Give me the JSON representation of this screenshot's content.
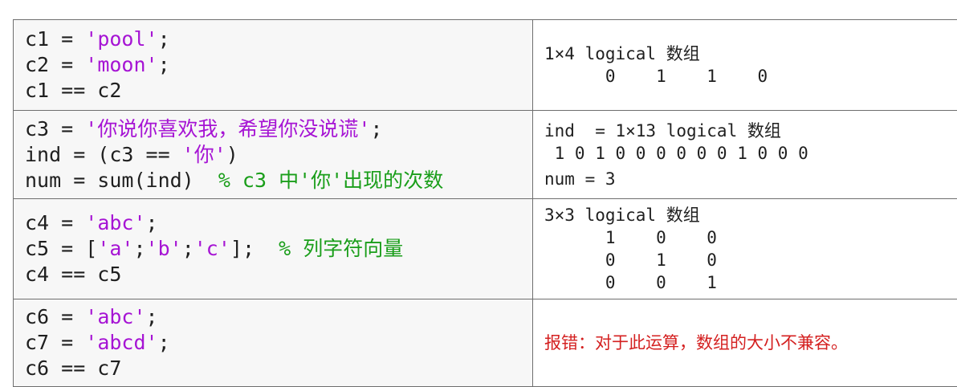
{
  "rows": [
    {
      "code": [
        {
          "pre": "c1 = ",
          "str": "'pool'",
          "post": ";"
        },
        {
          "pre": "c2 = ",
          "str": "'moon'",
          "post": ";"
        },
        {
          "pre": "c1 == c2"
        }
      ],
      "output": [
        "1×4 logical 数组",
        "      0    1    1    0"
      ]
    },
    {
      "code": [
        {
          "pre": "c3 = ",
          "str": "'你说你喜欢我，希望你没说谎'",
          "post": ";"
        },
        {
          "pre": "ind = (c3 == ",
          "str": "'你'",
          "post": ")"
        },
        {
          "pre": "num = sum(ind)  ",
          "comment": "% c3 中'你'出现的次数"
        }
      ],
      "output": [
        "ind  = 1×13 logical 数组",
        " 1 0 1 0 0 0 0 0 0 1 0 0 0",
        "num = 3"
      ]
    },
    {
      "code": [
        {
          "pre": "c4 = ",
          "str": "'abc'",
          "post": ";"
        },
        {
          "pre": "c5 = [",
          "str": "'a'",
          "mid1": ";",
          "str2": "'b'",
          "mid2": ";",
          "str3": "'c'",
          "post": "];  ",
          "comment": "% 列字符向量"
        },
        {
          "pre": "c4 == c5"
        }
      ],
      "output": [
        "3×3 logical 数组",
        "      1    0    0",
        "      0    1    0",
        "      0    0    1"
      ]
    },
    {
      "code": [
        {
          "pre": "c6 = ",
          "str": "'abc'",
          "post": ";"
        },
        {
          "pre": "c7 = ",
          "str": "'abcd'",
          "post": ";"
        },
        {
          "pre": "c6 == c7"
        }
      ],
      "error": "报错：对于此运算，数组的大小不兼容。"
    }
  ],
  "colors": {
    "string": "#a614d4",
    "comment": "#1a9e1a",
    "error": "#d42020",
    "code_background": "#f7f7f7",
    "border": "#6e6e6e"
  }
}
